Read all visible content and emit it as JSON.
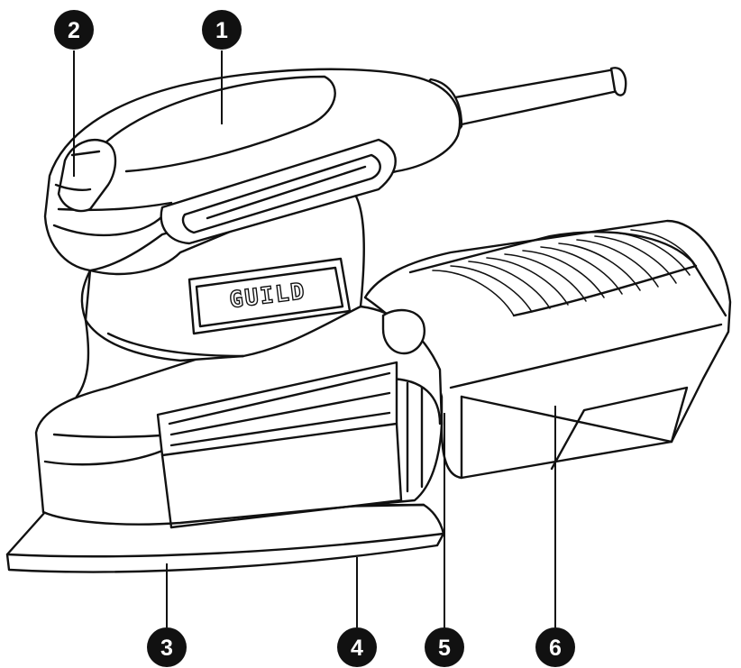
{
  "brand": "GUILD",
  "callouts": [
    {
      "id": "callout-1",
      "label": "1"
    },
    {
      "id": "callout-2",
      "label": "2"
    },
    {
      "id": "callout-3",
      "label": "3"
    },
    {
      "id": "callout-4",
      "label": "4"
    },
    {
      "id": "callout-5",
      "label": "5"
    },
    {
      "id": "callout-6",
      "label": "6"
    }
  ],
  "colors": {
    "line": "#111111",
    "background": "#ffffff"
  }
}
